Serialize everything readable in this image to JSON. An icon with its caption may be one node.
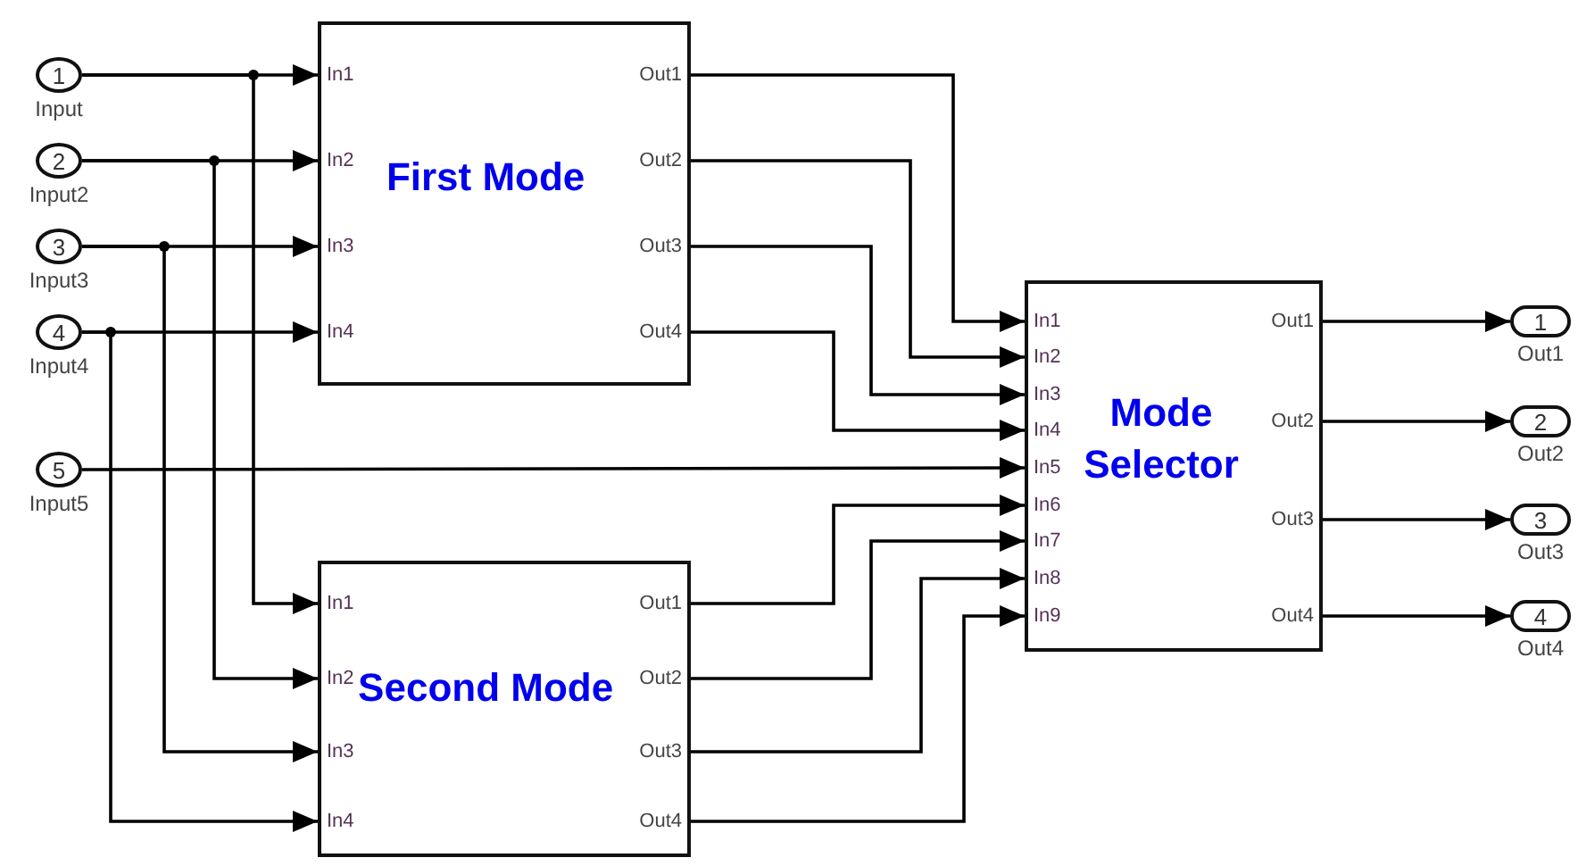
{
  "diagram": {
    "nodes": [
      {
        "text": [
          "1"
        ],
        "beside": [
          "Input"
        ]
      },
      {
        "text": [
          "2"
        ],
        "beside": [
          "Input2"
        ]
      },
      {
        "text": [
          "3"
        ],
        "beside": [
          "Input3"
        ]
      },
      {
        "text": [
          "4"
        ],
        "beside": [
          "Input4"
        ]
      },
      {
        "text": [
          "5"
        ],
        "beside": [
          "Input5"
        ]
      },
      {
        "text": [
          "First Mode",
          "In1",
          "In2",
          "In3",
          "In4",
          "Out1",
          "Out2",
          "Out3",
          "Out4"
        ]
      },
      {
        "text": [
          "Second Mode",
          "In1",
          "In2",
          "In3",
          "In4",
          "Out1",
          "Out2",
          "Out3",
          "Out4"
        ]
      },
      {
        "text": [
          "Mode Selector",
          "In1",
          "In2",
          "In3",
          "In4",
          "In5",
          "In6",
          "In7",
          "In8",
          "In9",
          "Out1",
          "Out2",
          "Out3",
          "Out4"
        ]
      },
      {
        "text": [
          "1"
        ],
        "beside": [
          "Out1"
        ]
      },
      {
        "text": [
          "2"
        ],
        "beside": [
          "Out2"
        ]
      },
      {
        "text": [
          "3"
        ],
        "beside": [
          "Out3"
        ]
      },
      {
        "text": [
          "4"
        ],
        "beside": [
          "Out4"
        ]
      }
    ],
    "edges": [
      {
        "from": 0,
        "to": 5,
        "arrow": "to"
      },
      {
        "from": 0,
        "to": 6,
        "arrow": "to"
      },
      {
        "from": 1,
        "to": 5,
        "arrow": "to"
      },
      {
        "from": 1,
        "to": 6,
        "arrow": "to"
      },
      {
        "from": 2,
        "to": 5,
        "arrow": "to"
      },
      {
        "from": 2,
        "to": 6,
        "arrow": "to"
      },
      {
        "from": 3,
        "to": 5,
        "arrow": "to"
      },
      {
        "from": 3,
        "to": 6,
        "arrow": "to"
      },
      {
        "from": 4,
        "to": 7,
        "arrow": "to"
      },
      {
        "from": 5,
        "to": 7,
        "arrow": "to"
      },
      {
        "from": 5,
        "to": 7,
        "arrow": "to"
      },
      {
        "from": 5,
        "to": 7,
        "arrow": "to"
      },
      {
        "from": 5,
        "to": 7,
        "arrow": "to"
      },
      {
        "from": 6,
        "to": 7,
        "arrow": "to"
      },
      {
        "from": 6,
        "to": 7,
        "arrow": "to"
      },
      {
        "from": 6,
        "to": 7,
        "arrow": "to"
      },
      {
        "from": 6,
        "to": 7,
        "arrow": "to"
      },
      {
        "from": 7,
        "to": 8,
        "arrow": "to"
      },
      {
        "from": 7,
        "to": 9,
        "arrow": "to"
      },
      {
        "from": 7,
        "to": 10,
        "arrow": "to"
      },
      {
        "from": 7,
        "to": 11,
        "arrow": "to"
      }
    ]
  }
}
